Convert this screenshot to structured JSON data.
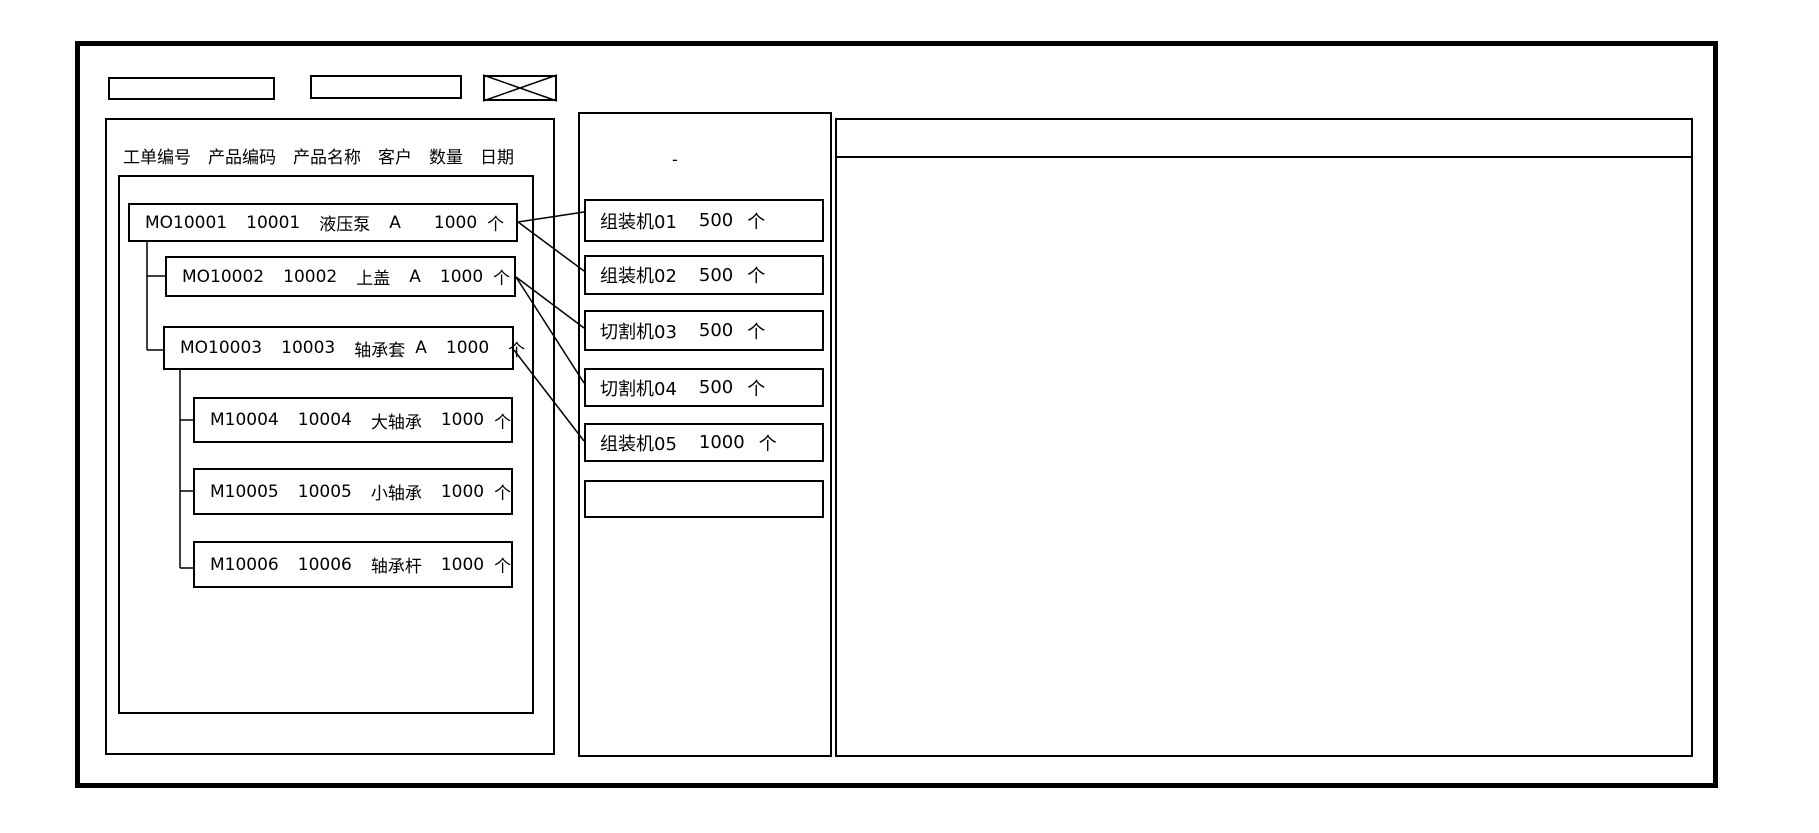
{
  "colors": {
    "line": "#000000",
    "background": "#ffffff"
  },
  "toolbar": {
    "field1": "",
    "field2": ""
  },
  "work_order_panel": {
    "columns": [
      "工单编号",
      "产品编码",
      "产品名称",
      "客户",
      "数量",
      "日期"
    ],
    "orders": [
      {
        "order_no": "MO10001",
        "product_code": "10001",
        "product_name": "液压泵",
        "customer": "A",
        "qty": "1000",
        "unit": "个"
      },
      {
        "order_no": "MO10002",
        "product_code": "10002",
        "product_name": "上盖",
        "customer": "A",
        "qty": "1000",
        "unit": "个"
      },
      {
        "order_no": "MO10003",
        "product_code": "10003",
        "product_name": "轴承套",
        "customer": "A",
        "qty": "1000",
        "unit": "个"
      },
      {
        "order_no": "M10004",
        "product_code": "10004",
        "product_name": "大轴承",
        "qty": "1000",
        "unit": "个"
      },
      {
        "order_no": "M10005",
        "product_code": "10005",
        "product_name": "小轴承",
        "qty": "1000",
        "unit": "个"
      },
      {
        "order_no": "M10006",
        "product_code": "10006",
        "product_name": "轴承杆",
        "qty": "1000",
        "unit": "个"
      }
    ]
  },
  "machine_panel": {
    "stray_mark": "-",
    "machines": [
      {
        "name": "组装机01",
        "qty": "500",
        "unit": "个"
      },
      {
        "name": "组装机02",
        "qty": "500",
        "unit": "个"
      },
      {
        "name": "切割机03",
        "qty": "500",
        "unit": "个"
      },
      {
        "name": "切割机04",
        "qty": "500",
        "unit": "个"
      },
      {
        "name": "组装机05",
        "qty": "1000",
        "unit": "个"
      },
      {
        "name": "",
        "qty": "",
        "unit": ""
      }
    ]
  }
}
